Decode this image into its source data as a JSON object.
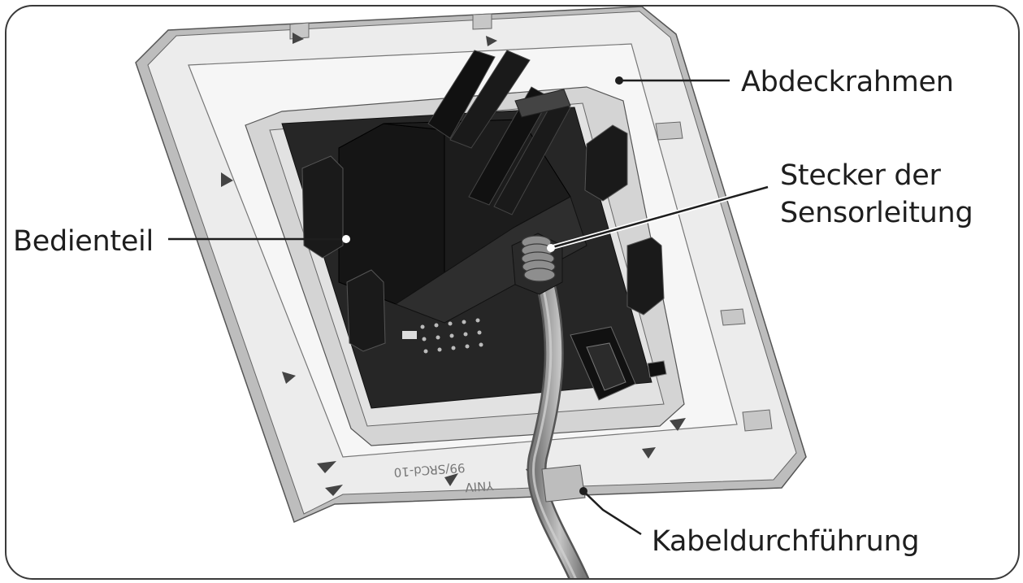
{
  "labels": {
    "frame": "Abdeckrahmen",
    "plug_line1": "Stecker der",
    "plug_line2": "Sensorleitung",
    "control": "Bedienteil",
    "cable_entry": "Kabeldurchführung"
  },
  "embossed_text": [
    "99/SRCd-10",
    "YNIV"
  ],
  "colors": {
    "housing": "#dcdcdc",
    "board": "#222222",
    "cable": "#9a9a9a",
    "leader": "#1e1e1e"
  }
}
